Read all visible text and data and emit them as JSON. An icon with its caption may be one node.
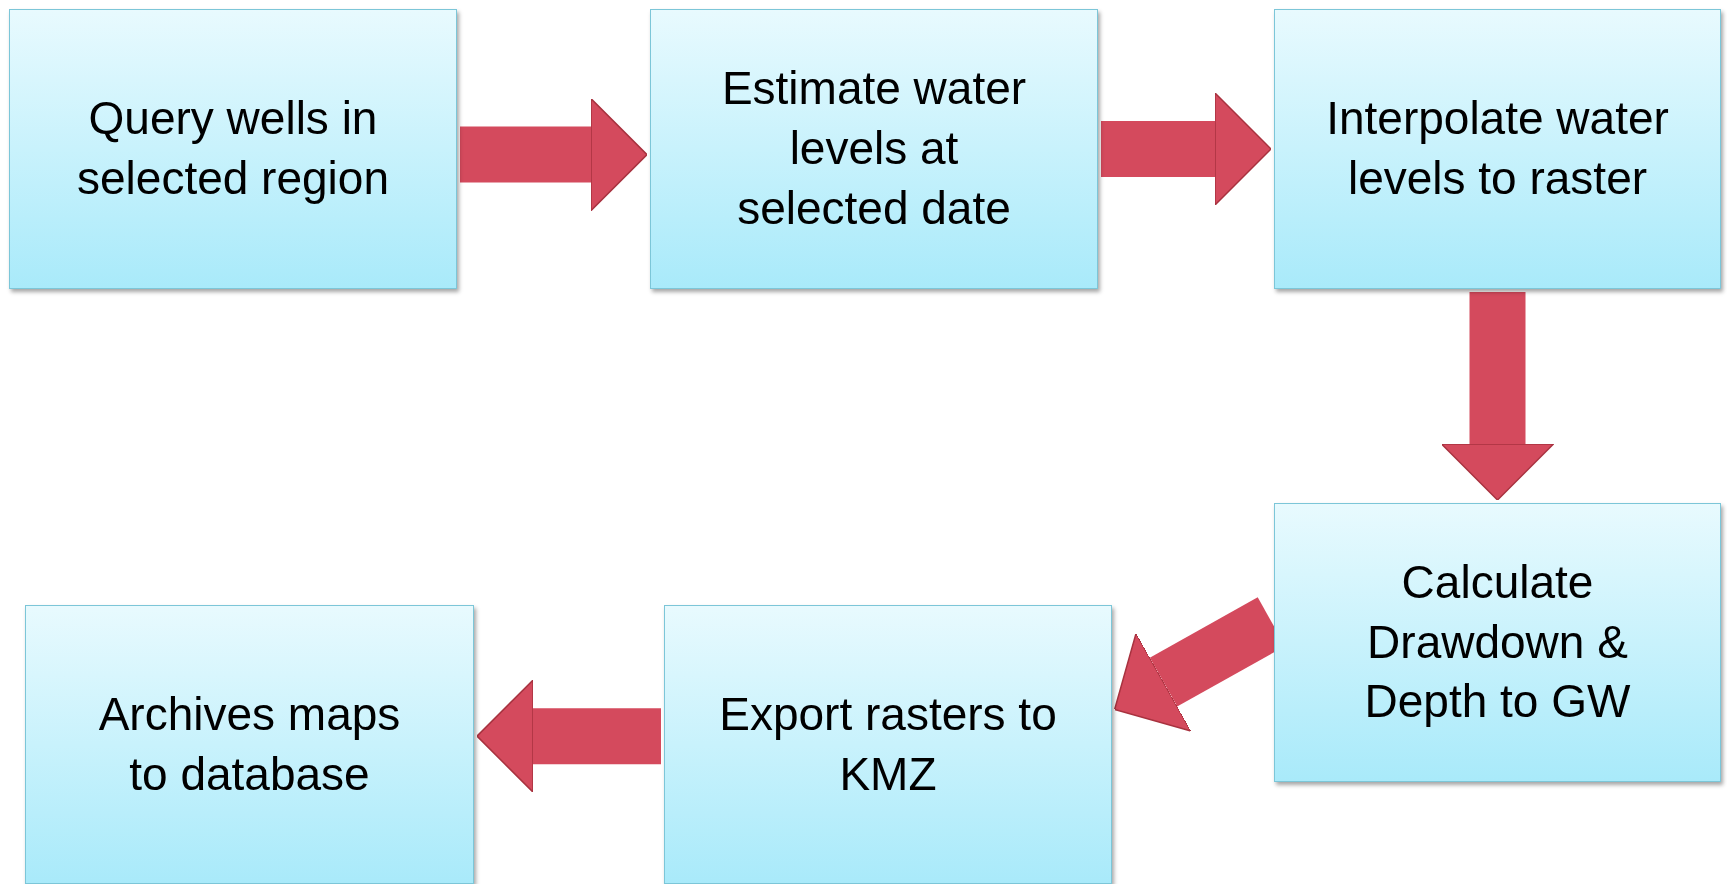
{
  "diagram": {
    "nodes": [
      {
        "text": [
          "Query wells in selected region"
        ]
      },
      {
        "text": [
          "Estimate water levels at selected date"
        ]
      },
      {
        "text": [
          "Interpolate water levels to raster"
        ]
      },
      {
        "text": [
          "Calculate Drawdown & Depth to GW"
        ]
      },
      {
        "text": [
          "Export rasters to KMZ"
        ]
      },
      {
        "text": [
          "Archives maps to database"
        ]
      }
    ],
    "edges": [
      {
        "from": 0,
        "to": 1,
        "arrow": "to"
      },
      {
        "from": 1,
        "to": 2,
        "arrow": "to"
      },
      {
        "from": 2,
        "to": 3,
        "arrow": "to"
      },
      {
        "from": 3,
        "to": 4,
        "arrow": "to"
      },
      {
        "from": 4,
        "to": 5,
        "arrow": "to"
      }
    ]
  }
}
